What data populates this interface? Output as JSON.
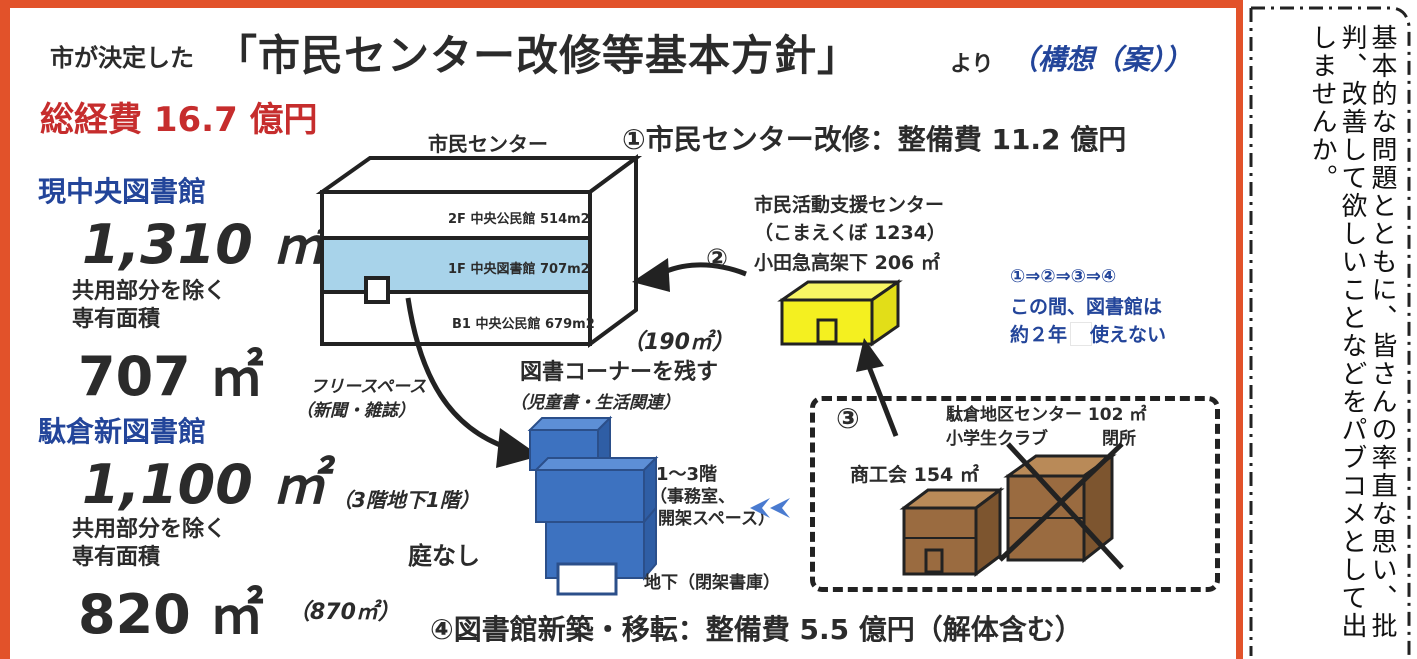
{
  "header": {
    "prefix": "市が決定した",
    "title": "「市民センター改修等基本方針」",
    "suffix": "より",
    "tag": "（構想（案））",
    "total": "総経費 16.7 億円"
  },
  "left": {
    "current_name": "現中央図書館",
    "current_area": "1,310 ㎡",
    "exclusive_note_1": "共用部分を除く",
    "exclusive_note_2": "専有面積",
    "current_exclusive": "707 ㎡",
    "new_name": "駄倉新図書館",
    "new_area": "1,100 ㎡",
    "new_note_1": "共用部分を除く",
    "new_note_2": "専有面積",
    "new_exclusive": "820 ㎡"
  },
  "center": {
    "building_label": "市民センター",
    "renovation": "①市民センター改修：整備費 11.2 億円",
    "floor_2f": "2F 中央公民館 514m2",
    "floor_1f": "1F 中央図書館 707m2",
    "floor_b1": "B1 中央公民館 679m2",
    "area_190": "（190㎡）",
    "library_corner": "図書コーナーを残す",
    "library_corner_sub": "（児童書・生活関連）",
    "free_space": "フリースペース",
    "free_space_sub": "（新聞・雑誌）",
    "floors_note": "（3階地下1階）",
    "no_garden": "庭なし",
    "area_870": "（870㎡）",
    "floors_1_3": "1～3階",
    "office": "（事務室、",
    "open_space": "開架スペース）",
    "basement": "地下（閉架書庫）",
    "new_construction": "④図書館新築・移転：整備費 5.5 億円（解体含む）"
  },
  "right": {
    "step2_num": "②",
    "support_center": "市民活動支援センター",
    "komae": "（こまえくぼ 1234）",
    "odakyu": "小田急高架下 206 ㎡",
    "sequence": "①⇒②⇒③⇒④",
    "notice_1": "この間、図書館は",
    "notice_2": "約２年",
    "notice_3": "使えない",
    "step3_num": "③",
    "komae_center": "駄倉地区センター 102 ㎡",
    "kids_club": "小学生クラブ",
    "closed": "閉所",
    "commerce": "商工会 154 ㎡"
  },
  "side": {
    "columns": [
      "基本的な問題とともに、皆さんの率直な思い、批",
      "判、改善して欲しいことなどをパブコメとして出",
      "しませんか。"
    ]
  },
  "colors": {
    "frame": "#e2522a",
    "navy": "#23459a",
    "red": "#c62d2d",
    "floor_blue": "#a8d3ea",
    "yellow": "#f4f020",
    "brown": "#9a6b40",
    "new_building": "#3d72c0"
  }
}
